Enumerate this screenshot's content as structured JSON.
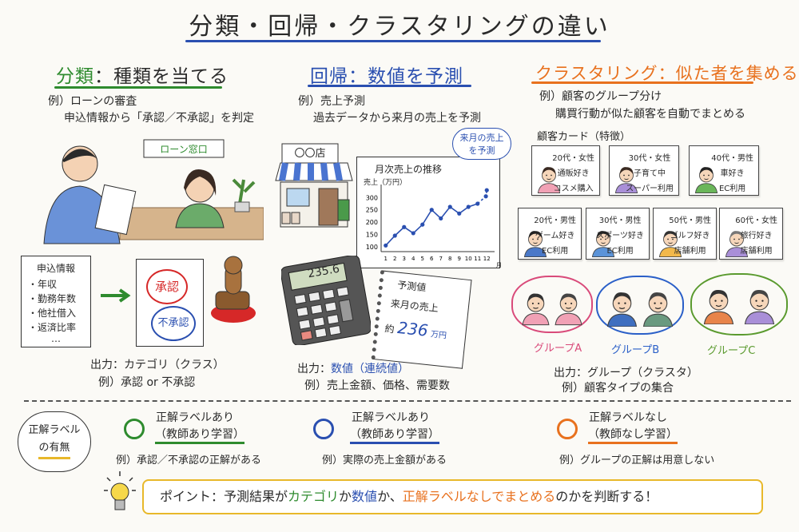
{
  "title": "分類・回帰・クラスタリングの違い",
  "colors": {
    "classification": "#2e8b2e",
    "regression": "#2a4fb0",
    "clustering": "#e8711e",
    "approve": "#d62828",
    "reject": "#2a4fb0",
    "highlight": "#e8b82a"
  },
  "classification": {
    "heading_term": "分類",
    "heading_rest": "：種類を当てる",
    "example": "例）ローンの審査",
    "example_detail": "申込情報から「承認／不承認」を判定",
    "sign": "ローン窓口",
    "info_box": {
      "title": "申込情報",
      "items": [
        "・年収",
        "・勤務年数",
        "・他社借入",
        "・返済比率",
        "…"
      ]
    },
    "stamp_approve": "承認",
    "stamp_reject": "不承認",
    "output": "出力：カテゴリ（クラス）",
    "output_example": "例）承認 or 不承認"
  },
  "regression": {
    "heading": "回帰：数値を予測",
    "example": "例）売上予測",
    "example_detail": "過去データから来月の売上を予測",
    "store_sign": "〇〇店",
    "bubble": "来月の売上を予測",
    "calculator_display": "235.6",
    "note": {
      "title": "予測値",
      "line": "来月の売上",
      "prefix": "約",
      "value": "236",
      "unit": "万円"
    },
    "output_label": "出力：",
    "output_value": "数値（連続値）",
    "output_example": "例）売上金額、価格、需要数"
  },
  "chart_data": {
    "type": "line",
    "title": "月次売上の推移",
    "ylabel": "売上（万円）",
    "xlabel": "月",
    "categories": [
      "1",
      "2",
      "3",
      "4",
      "5",
      "6",
      "7",
      "8",
      "9",
      "10",
      "11",
      "12"
    ],
    "yticks": [
      "100",
      "150",
      "200",
      "250",
      "300"
    ],
    "ylim": [
      80,
      340
    ],
    "series": [
      {
        "style": "solid",
        "x": [
          1,
          2,
          3,
          4,
          5,
          6,
          7,
          8,
          9,
          10,
          11
        ],
        "values": [
          105,
          145,
          180,
          155,
          190,
          250,
          215,
          262,
          235,
          262,
          275
        ]
      },
      {
        "style": "dashed",
        "x": [
          11,
          11.9,
          12
        ],
        "values": [
          275,
          305,
          330
        ]
      }
    ],
    "grid": false
  },
  "clustering": {
    "heading": "クラスタリング：似た者を集める",
    "example": "例）顧客のグループ分け",
    "example_detail": "購買行動が似た顧客を自動でまとめる",
    "cards_label": "顧客カード（特徴）",
    "cards": [
      {
        "lines": [
          "20代・女性",
          "通販好き",
          "コスメ購入"
        ],
        "shirt": "#f1a1b5",
        "hair": "#3a2a22"
      },
      {
        "lines": [
          "30代・女性",
          "子育て中",
          "スーパー利用"
        ],
        "shirt": "#a98fd8",
        "hair": "#3a2a22"
      },
      {
        "lines": [
          "40代・男性",
          "車好き",
          "EC利用"
        ],
        "shirt": "#6ab65a",
        "hair": "#222"
      },
      {
        "lines": [
          "20代・男性",
          "ゲーム好き",
          "EC利用"
        ],
        "shirt": "#4a78c8",
        "hair": "#222"
      },
      {
        "lines": [
          "30代・男性",
          "スポーツ好き",
          "EC利用"
        ],
        "shirt": "#5b93d8",
        "hair": "#222"
      },
      {
        "lines": [
          "50代・男性",
          "ゴルフ好き",
          "店舗利用"
        ],
        "shirt": "#f2b84a",
        "hair": "#333"
      },
      {
        "lines": [
          "60代・女性",
          "旅行好き",
          "店舗利用"
        ],
        "shirt": "#a98fd8",
        "hair": "#777"
      }
    ],
    "groups": [
      {
        "label": "グループA",
        "color": "#d94a7a",
        "shirts": [
          "#f1a1b5",
          "#f1a1b5"
        ]
      },
      {
        "label": "グループB",
        "color": "#2a5fc8",
        "shirts": [
          "#3f6fc0",
          "#6a9a80"
        ]
      },
      {
        "label": "グループC",
        "color": "#5a9a2e",
        "shirts": [
          "#e8844a",
          "#a98fd8"
        ]
      }
    ],
    "output": "出力：グループ（クラスタ）",
    "output_example": "例）顧客タイプの集合"
  },
  "labels": {
    "cloud": [
      "正解ラベル",
      "の有無"
    ],
    "items": [
      {
        "line1": "正解ラベルあり",
        "line2": "（教師あり学習）",
        "example": "例）承認／不承認の正解がある"
      },
      {
        "line1": "正解ラベルあり",
        "line2": "（教師あり学習）",
        "example": "例）実際の売上金額がある"
      },
      {
        "line1": "正解ラベルなし",
        "line2": "（教師なし学習）",
        "example": "例）グループの正解は用意しない"
      }
    ]
  },
  "point": {
    "p1": "ポイント：予測結果が",
    "p2": "カテゴリ",
    "p3": "か",
    "p4": "数値",
    "p5": "か、",
    "p6": "正解ラベルなしでまとめる",
    "p7": "のかを判断する！"
  }
}
